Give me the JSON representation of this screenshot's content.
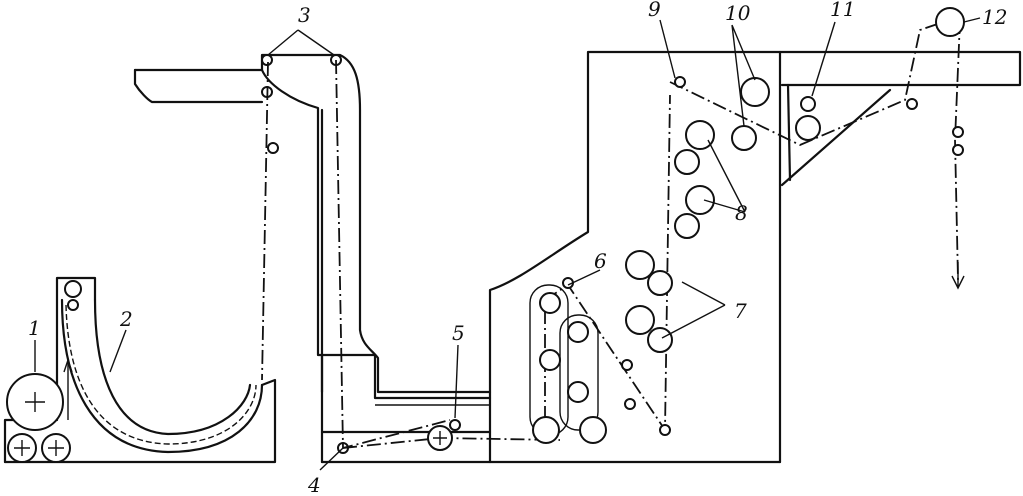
{
  "labels": {
    "l1": "1",
    "l2": "2",
    "l3": "3",
    "l4": "4",
    "l5": "5",
    "l6": "6",
    "l7": "7",
    "l8": "8",
    "l9": "9",
    "l10": "10",
    "l11": "11",
    "l12": "12"
  },
  "colors": {
    "ink": "#111111",
    "paper": "#ffffff"
  }
}
